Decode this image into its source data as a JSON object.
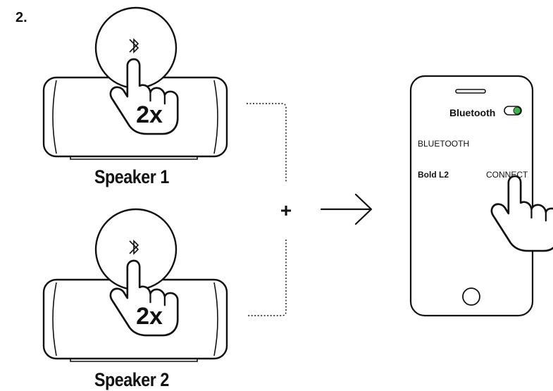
{
  "step_number": "2.",
  "speakers": [
    {
      "label": "Speaker 1",
      "press_count": "2x"
    },
    {
      "label": "Speaker 2",
      "press_count": "2x"
    }
  ],
  "plus_symbol": "+",
  "phone": {
    "header_title": "Bluetooth",
    "toggle_on_color": "#3db34a",
    "section_title": "BLUETOOTH",
    "device_name": "Bold L2",
    "connect_label": "CONNECT"
  },
  "icons": [
    "bluetooth-icon",
    "pointing-hand-icon",
    "arrow-right-icon",
    "toggle-switch-icon",
    "home-button-icon"
  ]
}
